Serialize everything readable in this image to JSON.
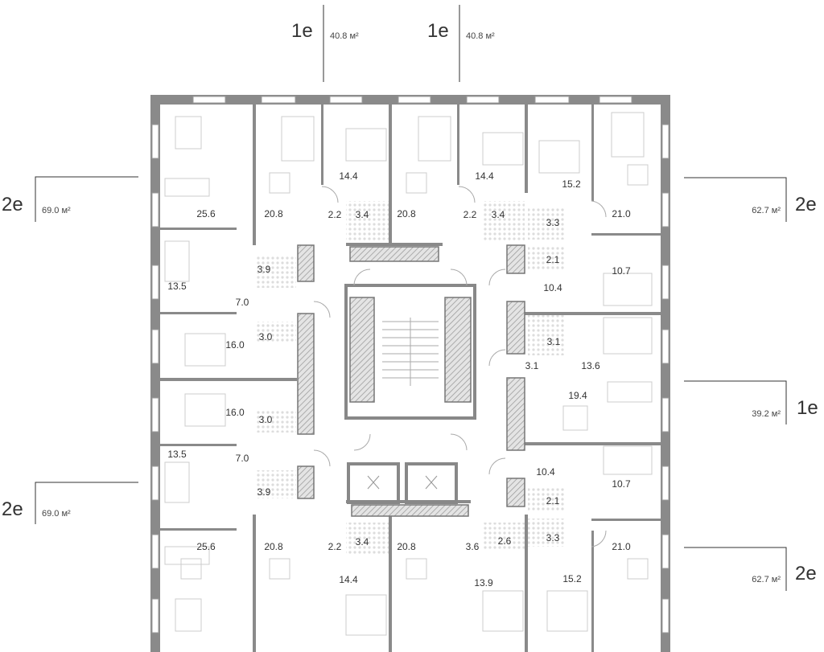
{
  "apartments": [
    {
      "type": "1e",
      "area": "40.8 м²"
    },
    {
      "type": "1e",
      "area": "40.8 м²"
    },
    {
      "type": "2e",
      "area": "69.0 м²"
    },
    {
      "type": "2e",
      "area": "62.7 м²"
    },
    {
      "type": "1e",
      "area": "39.2 м²"
    },
    {
      "type": "2e",
      "area": "69.0 м²"
    },
    {
      "type": "2e",
      "area": "62.7 м²"
    }
  ],
  "rooms": [
    "25.6",
    "20.8",
    "14.4",
    "2.2",
    "3.4",
    "20.8",
    "14.4",
    "2.2",
    "3.4",
    "15.2",
    "3.3",
    "21.0",
    "3.9",
    "13.5",
    "7.0",
    "2.1",
    "10.4",
    "10.7",
    "3.0",
    "16.0",
    "3.1",
    "3.1",
    "13.6",
    "16.0",
    "3.0",
    "19.4",
    "7.0",
    "10.4",
    "13.5",
    "10.7",
    "3.9",
    "2.1",
    "25.6",
    "20.8",
    "2.2",
    "3.4",
    "20.8",
    "3.6",
    "2.6",
    "3.3",
    "14.4",
    "13.9",
    "15.2",
    "21.0"
  ],
  "colors": {
    "wall": "#8a8a8a",
    "text": "#333333"
  }
}
